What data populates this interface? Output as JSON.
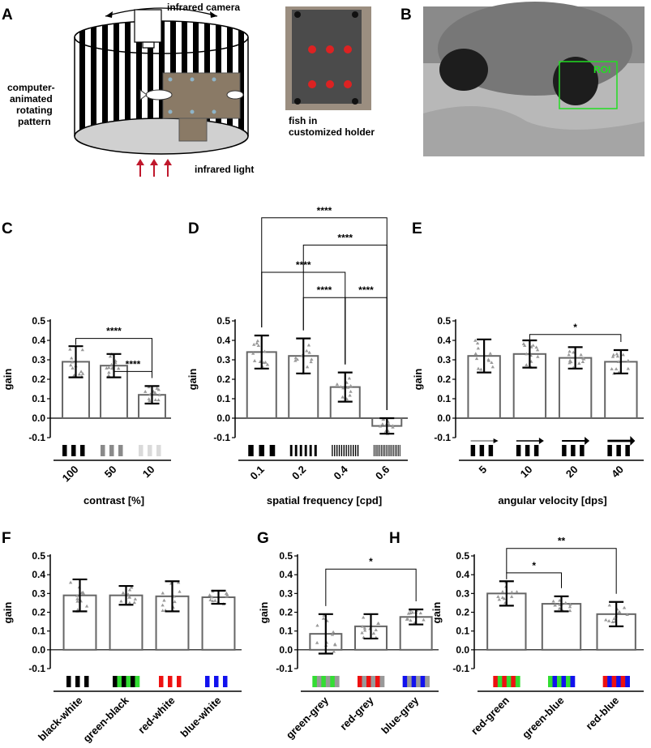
{
  "panel_letters": [
    "A",
    "B",
    "C",
    "D",
    "E",
    "F",
    "G",
    "H"
  ],
  "schematic": {
    "camera_label": "infrared camera",
    "pattern_label": [
      "computer-",
      "animated",
      "rotating",
      "pattern"
    ],
    "light_label": "infrared light",
    "holder_label": [
      "fish in",
      "customized holder"
    ]
  },
  "photo_b": {
    "roi_label": "ROI"
  },
  "colors": {
    "bar_edge": "#666666",
    "point": "#9a9a9a",
    "roi": "#22dd22",
    "arrow_red": "#c0182c"
  },
  "chart_data": [
    {
      "panel": "C",
      "type": "bar",
      "ylabel": "gain",
      "xlabel": "contrast [%]",
      "ylim": [
        -0.1,
        0.5
      ],
      "yticks": [
        "0.5",
        "0.4",
        "0.3",
        "0.2",
        "0.1",
        "0.0",
        "-0.1"
      ],
      "categories": [
        "100",
        "50",
        "10"
      ],
      "rotate_categories": true,
      "values": [
        0.29,
        0.27,
        0.12
      ],
      "sd": [
        0.08,
        0.06,
        0.045
      ],
      "stimuli": [
        [
          "#000000",
          "#ffffff"
        ],
        [
          "#8a8a8a",
          "#ffffff"
        ],
        [
          "#dadada",
          "#ffffff"
        ]
      ],
      "significance": [
        {
          "from": 1,
          "to": 2,
          "label": "****",
          "level": 0.24
        },
        {
          "from": 0,
          "to": 2,
          "label": "****",
          "level": 0.41
        }
      ]
    },
    {
      "panel": "D",
      "type": "bar",
      "ylabel": "gain",
      "xlabel": "spatial  frequency [cpd]",
      "ylim": [
        -0.1,
        0.5
      ],
      "yticks": [
        "0.5",
        "0.4",
        "0.3",
        "0.2",
        "0.1",
        "0.0",
        "-0.1"
      ],
      "categories": [
        "0.1",
        "0.2",
        "0.4",
        "0.6"
      ],
      "rotate_categories": true,
      "values": [
        0.34,
        0.32,
        0.16,
        -0.04
      ],
      "sd": [
        0.085,
        0.09,
        0.075,
        0.04
      ],
      "stimuli": [
        [
          "#000000",
          "#ffffff"
        ],
        [
          "#000000",
          "#ffffff"
        ],
        [
          "#000000",
          "#ffffff"
        ],
        [
          "#000000",
          "#ffffff"
        ]
      ],
      "stripe_counts": [
        3,
        6,
        12,
        18
      ],
      "significance": [
        {
          "from": 1,
          "to": 2,
          "label": "****",
          "level": 0.62
        },
        {
          "from": 2,
          "to": 3,
          "label": "****",
          "level": 0.62
        },
        {
          "from": 0,
          "to": 2,
          "label": "****",
          "level": 0.75
        },
        {
          "from": 1,
          "to": 3,
          "label": "****",
          "level": 0.89
        },
        {
          "from": 0,
          "to": 3,
          "label": "****",
          "level": 1.03
        }
      ]
    },
    {
      "panel": "E",
      "type": "bar",
      "ylabel": "gain",
      "xlabel": "angular velocity [dps]",
      "ylim": [
        -0.1,
        0.5
      ],
      "yticks": [
        "0.5",
        "0.4",
        "0.3",
        "0.2",
        "0.1",
        "0.0",
        "-0.1"
      ],
      "categories": [
        "5",
        "10",
        "20",
        "40"
      ],
      "rotate_categories": true,
      "values": [
        0.32,
        0.33,
        0.31,
        0.29
      ],
      "sd": [
        0.085,
        0.07,
        0.055,
        0.06
      ],
      "stimuli": [
        [
          "#000000",
          "#ffffff"
        ],
        [
          "#000000",
          "#ffffff"
        ],
        [
          "#000000",
          "#ffffff"
        ],
        [
          "#000000",
          "#ffffff"
        ]
      ],
      "velocity_arrows": [
        1,
        2,
        3,
        4
      ],
      "significance": [
        {
          "from": 1,
          "to": 3,
          "label": "*",
          "level": 0.43
        }
      ]
    },
    {
      "panel": "F",
      "type": "bar",
      "ylabel": "gain",
      "xlabel": "",
      "ylim": [
        -0.1,
        0.5
      ],
      "yticks": [
        "0.5",
        "0.4",
        "0.3",
        "0.2",
        "0.1",
        "0.0",
        "-0.1"
      ],
      "categories": [
        "black-white",
        "green-black",
        "red-white",
        "blue-white"
      ],
      "rotate_categories": true,
      "values": [
        0.29,
        0.29,
        0.285,
        0.28
      ],
      "sd": [
        0.085,
        0.05,
        0.08,
        0.035
      ],
      "stimuli": [
        [
          "#000000",
          "#ffffff"
        ],
        [
          "#000000",
          "#33dd33"
        ],
        [
          "#ee1111",
          "#ffffff"
        ],
        [
          "#1111ee",
          "#ffffff"
        ]
      ],
      "significance": []
    },
    {
      "panel": "G",
      "type": "bar",
      "ylabel": "gain",
      "xlabel": "",
      "ylim": [
        -0.1,
        0.5
      ],
      "yticks": [
        "0.5",
        "0.4",
        "0.3",
        "0.2",
        "0.1",
        "0.0",
        "-0.1"
      ],
      "categories": [
        "green-grey",
        "red-grey",
        "blue-grey"
      ],
      "rotate_categories": true,
      "values": [
        0.085,
        0.125,
        0.175
      ],
      "sd": [
        0.105,
        0.065,
        0.04
      ],
      "stimuli": [
        [
          "#33dd33",
          "#999999"
        ],
        [
          "#ee1111",
          "#999999"
        ],
        [
          "#1111ee",
          "#999999"
        ]
      ],
      "significance": [
        {
          "from": 0,
          "to": 2,
          "label": "*",
          "level": 0.43
        }
      ]
    },
    {
      "panel": "H",
      "type": "bar",
      "ylabel": "gain",
      "xlabel": "",
      "ylim": [
        -0.1,
        0.5
      ],
      "yticks": [
        "0.5",
        "0.4",
        "0.3",
        "0.2",
        "0.1",
        "0.0",
        "-0.1"
      ],
      "categories": [
        "red-green",
        "green-blue",
        "red-blue"
      ],
      "rotate_categories": true,
      "values": [
        0.3,
        0.245,
        0.19
      ],
      "sd": [
        0.065,
        0.04,
        0.065
      ],
      "stimuli": [
        [
          "#ee1111",
          "#33dd33"
        ],
        [
          "#33dd33",
          "#1111ee"
        ],
        [
          "#ee1111",
          "#1111ee"
        ]
      ],
      "significance": [
        {
          "from": 0,
          "to": 1,
          "label": "*",
          "level": 0.41
        },
        {
          "from": 0,
          "to": 2,
          "label": "**",
          "level": 0.54
        }
      ]
    }
  ]
}
